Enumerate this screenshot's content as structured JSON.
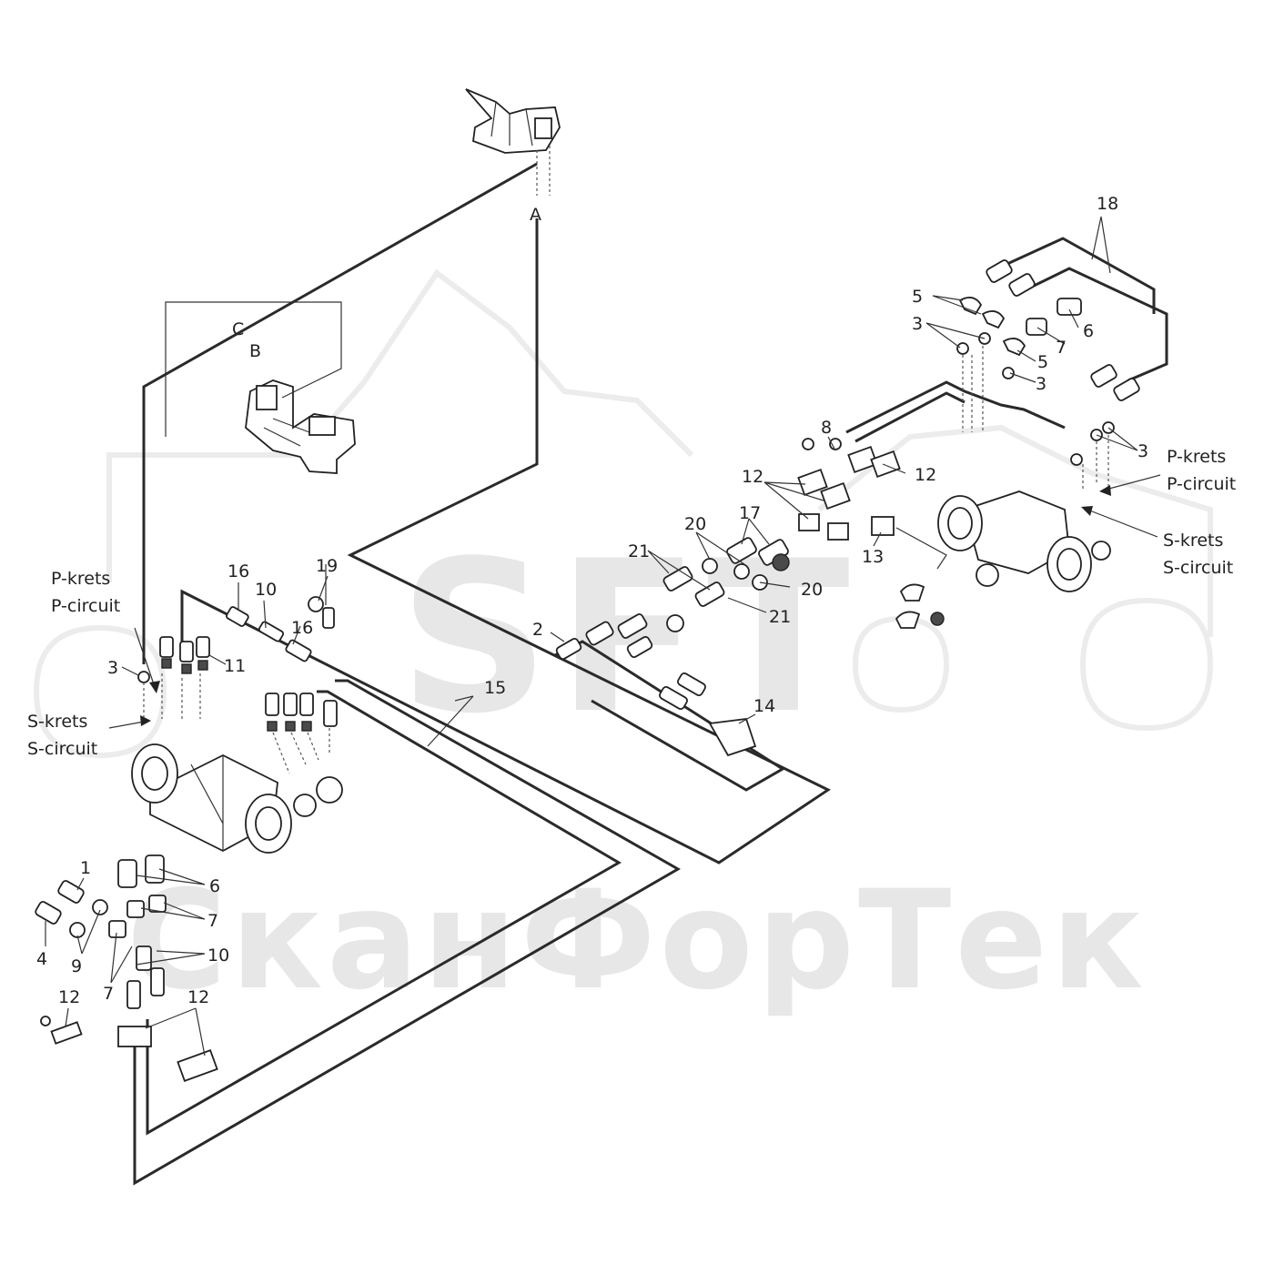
{
  "watermark": {
    "logo_text": "SFT",
    "company_text": "СканФорТек"
  },
  "labels": {
    "a": "A",
    "b": "B",
    "c": "C",
    "n1": "1",
    "n2": "2",
    "n3": "3",
    "n4": "4",
    "n5": "5",
    "n6": "6",
    "n7": "7",
    "n8": "8",
    "n9": "9",
    "n10": "10",
    "n11": "11",
    "n12": "12",
    "n13": "13",
    "n14": "14",
    "n15": "15",
    "n16": "16",
    "n17": "17",
    "n18": "18",
    "n19": "19",
    "n20": "20",
    "n21": "21",
    "p_krets": "P-krets",
    "p_circuit": "P-circuit",
    "s_krets": "S-krets",
    "s_circuit": "S-circuit"
  },
  "colors": {
    "line": "#2a2a2a",
    "watermark": "#e7e7e7",
    "background": "#ffffff"
  }
}
